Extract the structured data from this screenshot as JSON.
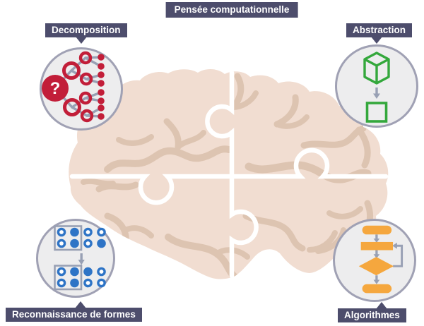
{
  "title": "Pensée computationnelle",
  "quadrants": {
    "decomposition": {
      "label": "Decomposition",
      "icon": "binary-tree-icon",
      "question_mark": "?",
      "accent_color": "#c21e39"
    },
    "abstraction": {
      "label": "Abstraction",
      "icon": "cube-to-square-icon",
      "accent_color": "#34a83c"
    },
    "pattern_recognition": {
      "label": "Reconnaissance de formes",
      "icon": "dot-patterns-icon",
      "accent_color": "#2e74c6",
      "patterns": {
        "before": [
          [
            "ring",
            "filled",
            "ring",
            "ring"
          ],
          [
            "ring",
            "filled",
            "ring",
            "filled"
          ]
        ],
        "after": [
          [
            "ring",
            "filled",
            "filled",
            "ring"
          ],
          [
            "ring",
            "filled",
            "ring",
            "ring"
          ]
        ]
      }
    },
    "algorithms": {
      "label": "Algorithmes",
      "icon": "flowchart-icon",
      "accent_color": "#f5a73e"
    }
  },
  "center_illustration": {
    "name": "brain-with-puzzle-pieces",
    "pieces": 4
  },
  "colors": {
    "label_background": "#4d4d6c",
    "label_text": "#ffffff",
    "bubble_fill": "#ededee",
    "bubble_border": "#a0a1b4",
    "brain_fill": "#f1ddd1",
    "brain_folds": "#ddc4b1",
    "puzzle_line": "#ffffff",
    "connector_gray": "#98a0b4",
    "pattern_blue": "#2e74c6",
    "background": "#ffffff"
  }
}
